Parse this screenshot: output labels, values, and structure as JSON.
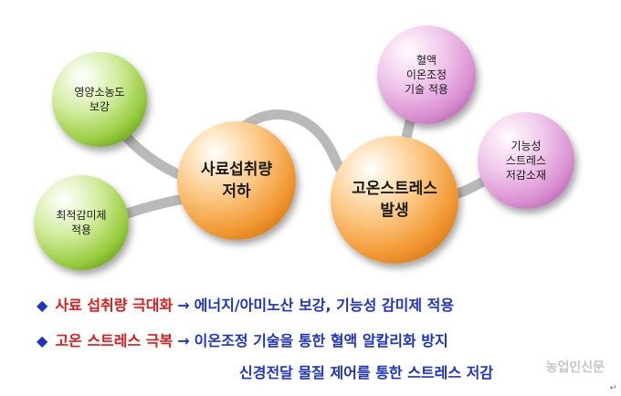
{
  "colors": {
    "connector": "#b9b9b9",
    "accent_blue": "#1d33c4",
    "accent_red": "#e01a1a"
  },
  "nodes": {
    "nutrient": {
      "lines": [
        "영양소농도",
        "보강"
      ],
      "style": "green-small"
    },
    "sweetener": {
      "lines": [
        "최적감미제",
        "적용"
      ],
      "style": "green-small"
    },
    "feed_intake": {
      "lines": [
        "사료섭취량",
        "저하"
      ],
      "style": "orange-large"
    },
    "heat_stress": {
      "lines": [
        "고온스트레스",
        "발생"
      ],
      "style": "orange-large"
    },
    "ion_balance": {
      "lines": [
        "혈액",
        "이온조정",
        "기술 적용"
      ],
      "style": "pink-small"
    },
    "functional": {
      "lines": [
        "기능성",
        "스트레스",
        "저감소재"
      ],
      "style": "pink-small"
    }
  },
  "summary": {
    "bullet": "◆",
    "arrow": "→",
    "line1": {
      "highlight": "사료 섭취량 극대화",
      "rest": "에너지/아미노산 보강, 기능성 감미제 적용"
    },
    "line2": {
      "highlight": "고온 스트레스 극복",
      "rest": "이온조정 기술을 통한 혈액 알칼리화 방지"
    },
    "line3": {
      "rest": "신경전달 물질 제어를 통한 스트레스 저감"
    }
  },
  "watermark": "농업인신문",
  "paragraph_mark": "↵"
}
